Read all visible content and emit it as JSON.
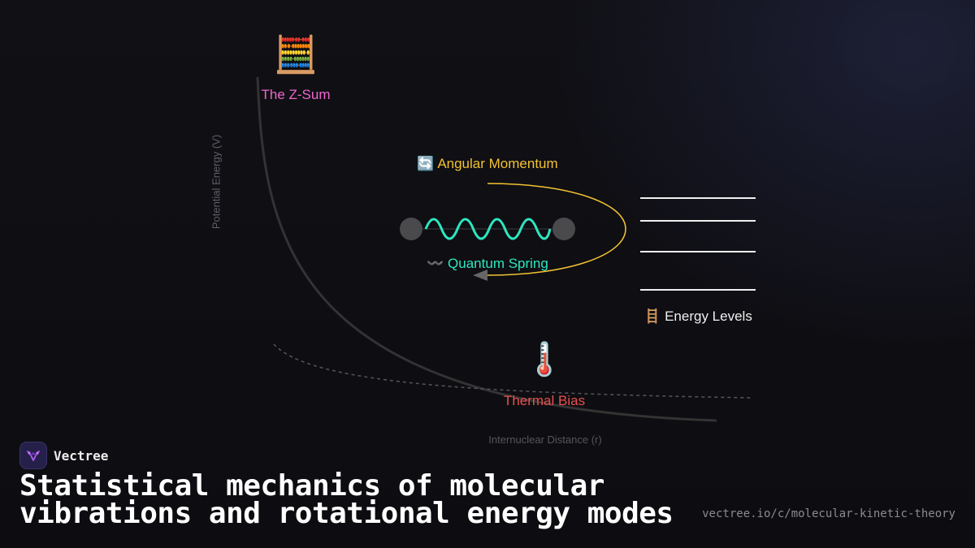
{
  "diagram": {
    "zsum": {
      "icon": "🧮",
      "icon_name": "abacus-icon",
      "label": "The Z-Sum"
    },
    "angular": {
      "icon": "🔄",
      "icon_name": "rotation-arrows-icon",
      "label": "Angular Momentum"
    },
    "spring": {
      "icon": "〰️",
      "icon_name": "wavy-dash-icon",
      "label": "Quantum Spring"
    },
    "levels": {
      "icon": "🪜",
      "icon_name": "ladder-icon",
      "label": "Energy Levels"
    },
    "thermal": {
      "icon": "🌡️",
      "icon_name": "thermometer-icon",
      "label": "Thermal Bias"
    },
    "axis_y": "Potential Energy (V)",
    "axis_x": "Internuclear Distance (r)",
    "colors": {
      "zsum": "#ee66cc",
      "angular": "#f3c231",
      "spring": "#2ee6bf",
      "levels": "#f0f0f0",
      "thermal": "#e8504c",
      "curve": "#333333",
      "atom": "#4a4a4d"
    }
  },
  "footer": {
    "brand": "Vectree",
    "brand_icon": "vectree-logo-icon",
    "title": "Statistical mechanics of molecular vibrations and rotational energy modes",
    "url": "vectree.io/c/molecular-kinetic-theory"
  }
}
